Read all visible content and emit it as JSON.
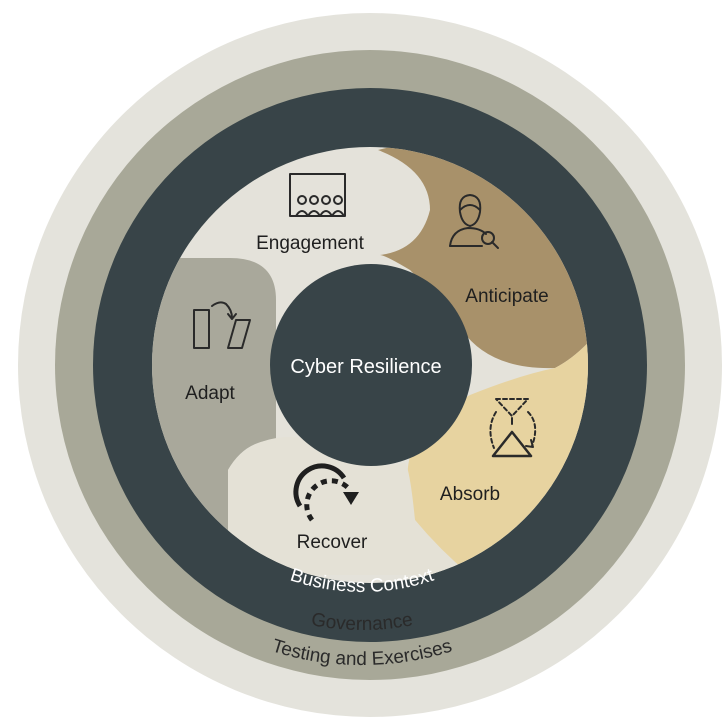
{
  "rings": {
    "outer_label": "Testing and Exercises",
    "middle_label": "Governance",
    "inner_label": "Business Context"
  },
  "center_label": "Cyber Resilience",
  "segments": {
    "engagement": "Engagement",
    "anticipate": "Anticipate",
    "absorb": "Absorb",
    "recover": "Recover",
    "adapt": "Adapt"
  },
  "colors": {
    "outer_ring": "#e4e3dc",
    "middle_ring": "#a8a898",
    "inner_ring": "#384448",
    "engagement": "#e4e2da",
    "anticipate": "#a8916a",
    "absorb": "#e7d3a0",
    "recover": "#e4e1d6",
    "adapt": "#a9a89b",
    "center": "#384448"
  },
  "icons": {
    "engagement": "meeting-screen-icon",
    "anticipate": "person-search-icon",
    "absorb": "absorb-triangle-icon",
    "recover": "recover-arrow-icon",
    "adapt": "adapt-transform-icon"
  }
}
